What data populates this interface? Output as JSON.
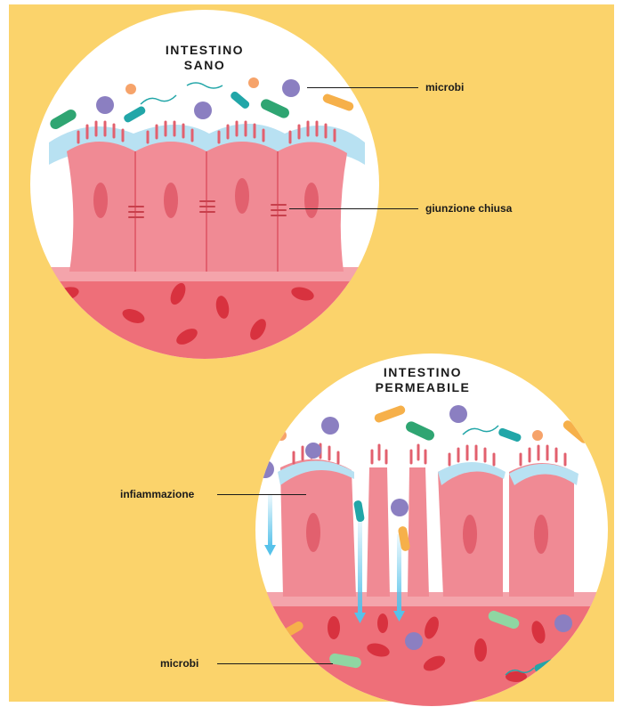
{
  "colors": {
    "background": "#fbd36b",
    "circle": "#ffffff",
    "cell": "#f08a94",
    "cell_dark": "#e2606e",
    "mucus": "#b8e1f2",
    "blood": "#e85a66",
    "red_cell": "#d9303d",
    "arrow": "#56c2ea"
  },
  "healthy": {
    "title_line1": "INTESTINO",
    "title_line2": "SANO",
    "label_microbes": "microbi",
    "label_junction": "giunzione chiusa"
  },
  "leaky": {
    "title_line1": "INTESTINO",
    "title_line2": "PERMEABILE",
    "label_inflammation": "infiammazione",
    "label_microbes": "microbi"
  }
}
